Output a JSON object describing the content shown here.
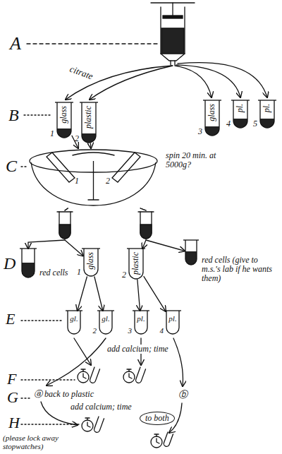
{
  "diagram": {
    "nodes": [
      {
        "text": [
          "glass",
          "1"
        ]
      },
      {
        "text": [
          "plastic",
          "2"
        ]
      },
      {
        "text": [
          "glass",
          "3"
        ]
      },
      {
        "text": [
          "pl.",
          "4"
        ]
      },
      {
        "text": [
          "pl.",
          "5"
        ]
      },
      {
        "text": [
          "spin 20 min. at 5000g?"
        ]
      },
      {
        "text": [
          "red cells"
        ]
      },
      {
        "text": [
          "glass",
          "1"
        ]
      },
      {
        "text": [
          "plastic",
          "2"
        ]
      },
      {
        "text": [
          "red cells (give to m.s.'s lab if he wants them)"
        ]
      },
      {
        "text": [
          "gl."
        ]
      },
      {
        "text": [
          "gl.",
          "2"
        ]
      },
      {
        "text": [
          "pl.",
          "3"
        ]
      },
      {
        "text": [
          "pl.",
          "4"
        ]
      }
    ],
    "edges": [
      {
        "from": 0,
        "to": 5,
        "arrow": "to"
      },
      {
        "from": 1,
        "to": 5,
        "arrow": "to"
      },
      {
        "from": 5,
        "to": 6,
        "arrow": "to"
      },
      {
        "from": 5,
        "to": 7,
        "arrow": "to"
      },
      {
        "from": 5,
        "to": 8,
        "arrow": "to"
      },
      {
        "from": 5,
        "to": 9,
        "arrow": "to"
      },
      {
        "from": 7,
        "to": 10,
        "arrow": "to"
      },
      {
        "from": 7,
        "to": 11,
        "arrow": "to"
      },
      {
        "from": 8,
        "to": 12,
        "arrow": "to"
      },
      {
        "from": 8,
        "to": 13,
        "arrow": "to"
      }
    ],
    "labels": [
      "A",
      "citrate",
      "B",
      "C",
      "1",
      "2",
      "D",
      "E",
      "add calcium; time",
      "F",
      "G",
      "ⓐ back to plastic",
      "ⓑ",
      "add calcium; time",
      "to both",
      "H",
      "(please lock away stopwatches)"
    ]
  }
}
